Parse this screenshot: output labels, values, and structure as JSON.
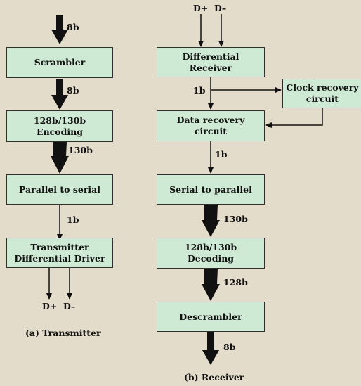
{
  "colors": {
    "box_fill": "#cfead4",
    "box_border": "#2f2f2f",
    "background": "#e4dcca",
    "arrow": "#111111"
  },
  "transmitter": {
    "input_label": "8b",
    "scrambler": "Scrambler",
    "label_after_scrambler": "8b",
    "encoding": "128b/130b Encoding",
    "label_after_encoding": "130b",
    "parallel_to_serial": "Parallel to serial",
    "label_after_p2s": "1b",
    "driver": "Transmitter Differential Driver",
    "out_plus": "D+",
    "out_minus": "D–",
    "caption": "(a) Transmitter"
  },
  "receiver": {
    "in_plus": "D+",
    "in_minus": "D–",
    "diff_receiver": "Differential Receiver",
    "label_after_receiver": "1b",
    "clock_recovery": "Clock recovery circuit",
    "data_recovery": "Data recovery circuit",
    "label_after_data_recovery": "1b",
    "serial_to_parallel": "Serial to parallel",
    "label_after_s2p": "130b",
    "decoding": "128b/130b Decoding",
    "label_after_decoding": "128b",
    "descrambler": "Descrambler",
    "output_label": "8b",
    "caption": "(b) Receiver"
  }
}
